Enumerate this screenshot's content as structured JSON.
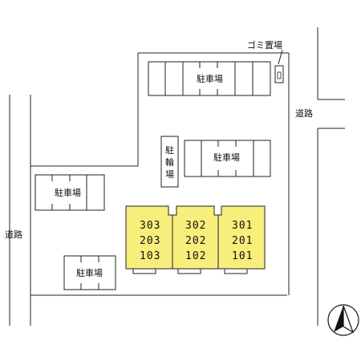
{
  "labels": {
    "parking": "駐車場",
    "garbage": "ゴミ置場",
    "road": "道路",
    "bicycle_parking_chars": [
      "駐",
      "輪",
      "場"
    ]
  },
  "building": {
    "fill_color": "#f7ee7c",
    "units": [
      {
        "rows": [
          "303",
          "203",
          "103"
        ]
      },
      {
        "rows": [
          "302",
          "202",
          "102"
        ]
      },
      {
        "rows": [
          "301",
          "201",
          "101"
        ]
      }
    ]
  },
  "compass": {
    "icon": "north-arrow-icon"
  }
}
